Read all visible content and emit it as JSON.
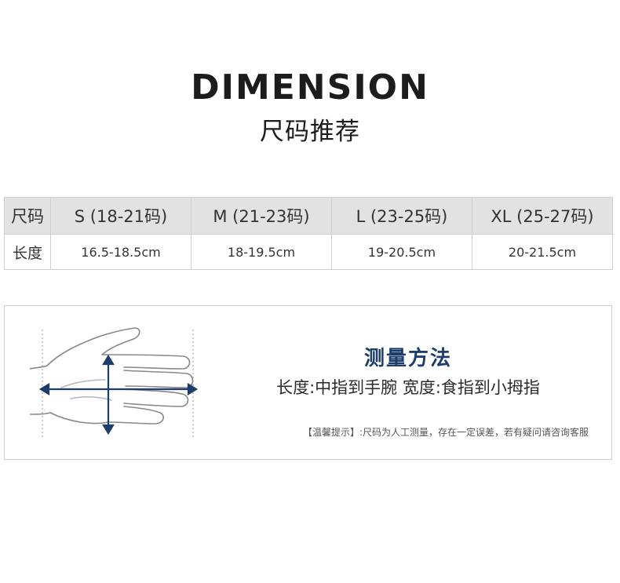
{
  "header": {
    "title": "DIMENSION",
    "subtitle": "尺码推荐"
  },
  "size_table": {
    "row_label_size": "尺码",
    "row_label_length": "长度",
    "sizes": [
      {
        "size": "S (18-21码)",
        "length": "16.5-18.5cm"
      },
      {
        "size": "M (21-23码)",
        "length": "18-19.5cm"
      },
      {
        "size": "L (23-25码)",
        "length": "19-20.5cm"
      },
      {
        "size": "XL (25-27码)",
        "length": "20-21.5cm"
      }
    ]
  },
  "measure": {
    "title": "测量方法",
    "description": "长度:中指到手腕   宽度:食指到小拇指",
    "tip": "【温馨提示】:尺码为人工测量，存在一定误差，若有疑问请咨询客服"
  },
  "colors": {
    "accent": "#1d3e6b",
    "table_header_bg": "#e2e2e2",
    "border": "#cfcfcf"
  }
}
